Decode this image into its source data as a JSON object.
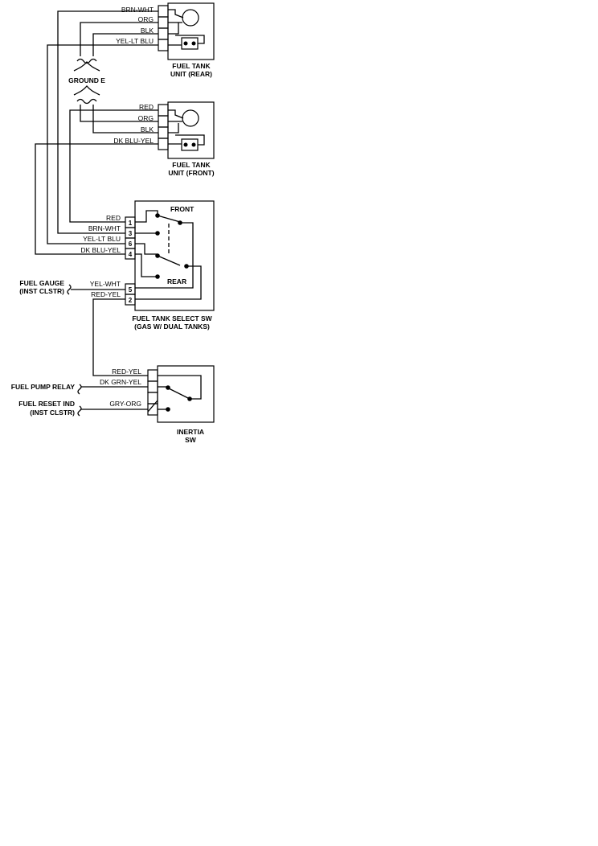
{
  "rear_unit": {
    "title_line1": "FUEL TANK",
    "title_line2": "UNIT (REAR)",
    "wires": [
      "BRN-WHT",
      "ORG",
      "BLK",
      "YEL-LT BLU"
    ]
  },
  "ground": {
    "label": "GROUND E"
  },
  "front_unit": {
    "title_line1": "FUEL TANK",
    "title_line2": "UNIT (FRONT)",
    "wires": [
      "RED",
      "ORG",
      "BLK",
      "DK BLU-YEL"
    ]
  },
  "select_switch": {
    "title_line1": "FUEL TANK SELECT SW",
    "title_line2": "(GAS W/ DUAL TANKS)",
    "front_label": "FRONT",
    "rear_label": "REAR",
    "wires": [
      "RED",
      "BRN-WHT",
      "YEL-LT BLU",
      "DK BLU-YEL",
      "YEL-WHT",
      "RED-YEL"
    ],
    "pins": [
      "1",
      "3",
      "6",
      "4",
      "5",
      "2"
    ]
  },
  "fuel_gauge": {
    "line1": "FUEL GAUGE",
    "line2": "(INST CLSTR)"
  },
  "inertia_switch": {
    "title_line1": "INERTIA",
    "title_line2": "SW",
    "wires": [
      "RED-YEL",
      "DK GRN-YEL",
      "GRY-ORG"
    ]
  },
  "fuel_pump_relay": {
    "label": "FUEL PUMP RELAY"
  },
  "fuel_reset_ind": {
    "line1": "FUEL RESET IND",
    "line2": "(INST CLSTR)"
  }
}
